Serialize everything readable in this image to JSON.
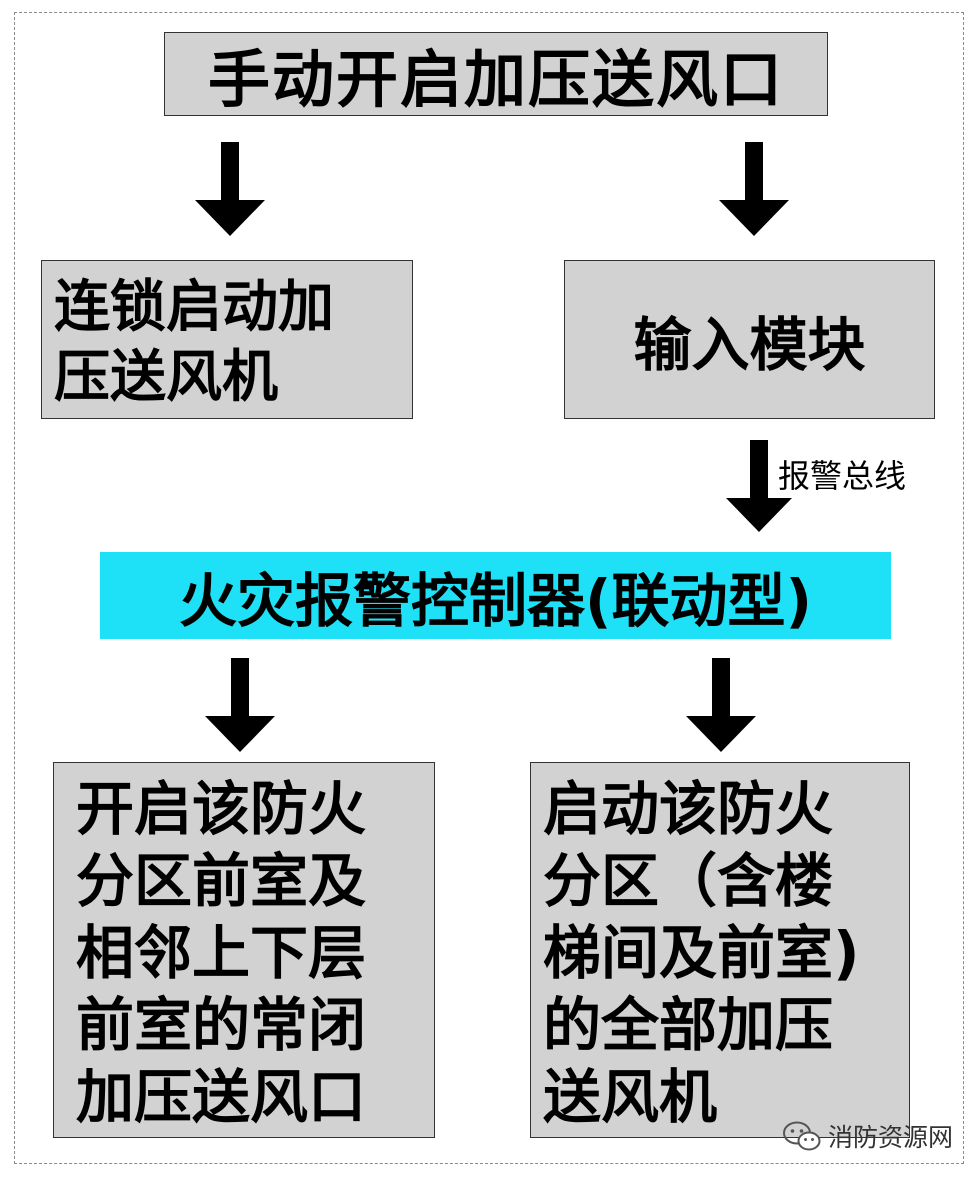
{
  "diagram": {
    "top_box": "手动开启加压送风口",
    "left_box_lines": [
      "连锁启动加",
      "压送风机"
    ],
    "right_box": "输入模块",
    "bus_label": "报警总线",
    "controller_box": "火灾报警控制器(联动型)",
    "bottom_left_lines": [
      "开启该防火",
      "分区前室及",
      "相邻上下层",
      "前室的常闭",
      "加压送风口"
    ],
    "bottom_right_lines": [
      "启动该防火",
      "分区（含楼",
      "梯间及前室)",
      "的全部加压",
      "送风机"
    ]
  },
  "watermark": {
    "text": "消防资源网",
    "icon": "wechat-icon"
  },
  "colors": {
    "box_fill": "#d2d2d2",
    "controller_fill": "#1ee1f7",
    "arrow": "#000000"
  }
}
